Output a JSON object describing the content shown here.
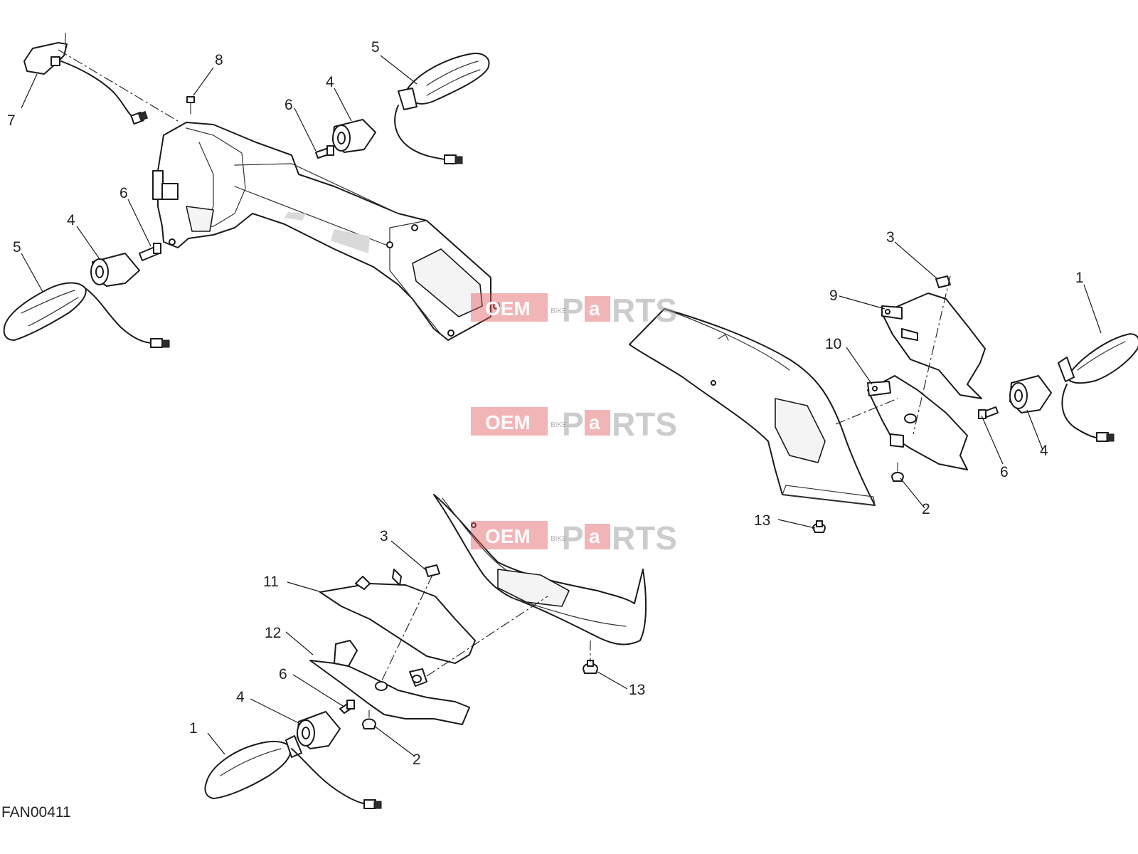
{
  "figure_code": "FAN00411",
  "callouts": {
    "c1a": "1",
    "c1b": "1",
    "c2a": "2",
    "c2b": "2",
    "c3a": "3",
    "c3b": "3",
    "c4a": "4",
    "c4b": "4",
    "c4c": "4",
    "c4d": "4",
    "c5a": "5",
    "c5b": "5",
    "c6a": "6",
    "c6b": "6",
    "c6c": "6",
    "c6d": "6",
    "c7": "7",
    "c8": "8",
    "c9": "9",
    "c10": "10",
    "c11": "11",
    "c12": "12",
    "c13a": "13",
    "c13b": "13"
  },
  "watermark": {
    "left_text": "OEM",
    "small_text": "BIKE",
    "right_prefix": "P",
    "right_highlight": "a",
    "right_suffix": "RTS"
  },
  "colors": {
    "line": "#1a1a1a",
    "watermark_red": "#e05a5f",
    "watermark_grey": "#9a9a9a"
  }
}
